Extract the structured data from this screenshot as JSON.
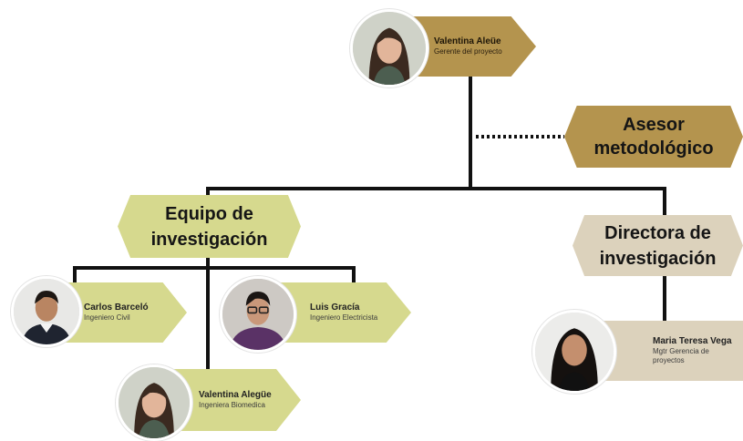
{
  "leader": {
    "name": "Valentina Aleüe",
    "role": "Gerente del proyecto"
  },
  "advisor": {
    "label_line1": "Asesor",
    "label_line2": "metodológico"
  },
  "research_team": {
    "label_line1": "Equipo de",
    "label_line2": "investigación",
    "members": [
      {
        "name": "Carlos Barceló",
        "role": "Ingeniero Civil"
      },
      {
        "name": "Luis Gracía",
        "role": "Ingeniero Electricista"
      },
      {
        "name": "Valentina Alegüe",
        "role": "Ingeniera Biomedica"
      }
    ]
  },
  "research_director": {
    "label_line1": "Directora de",
    "label_line2": "investigación",
    "member": {
      "name": "Maria Teresa Vega",
      "role": "Mgtr Gerencia de proyectos"
    }
  },
  "colors": {
    "gold": "#b4944e",
    "green": "#d6d98e",
    "beige": "#dcd2bc",
    "line": "#111111"
  },
  "icons": [
    "person-avatar-icon"
  ]
}
